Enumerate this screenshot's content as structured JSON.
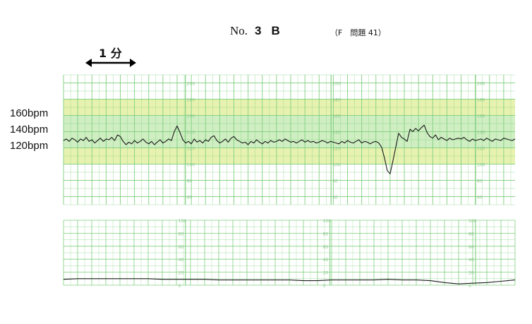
{
  "header": {
    "no_label": "No.",
    "number": "3",
    "letter": "B",
    "subtitle": "（F　問題 41）"
  },
  "scale": {
    "label": "1 分"
  },
  "bpm_labels": [
    "160bpm",
    "140bpm",
    "120bpm"
  ],
  "colors": {
    "grid_green": "#7fcf7f",
    "band_green": "#cfeec2",
    "band_yellow": "#e8f2b0",
    "trace": "#1a1a1a"
  },
  "chart_data": [
    {
      "type": "line",
      "title": "",
      "xlabel": "",
      "ylabel": "",
      "ylim": [
        50,
        210
      ],
      "yticks": [
        60,
        80,
        100,
        120,
        140,
        160,
        180,
        200
      ],
      "ytick_labels_top_panel": [
        "200",
        "180",
        "160",
        "140",
        "120",
        "100",
        "80",
        "60"
      ],
      "x_unit": "min",
      "x": [
        0.0,
        0.2,
        0.4,
        0.6,
        0.8,
        1.0,
        1.2,
        1.4,
        1.6,
        1.8,
        2.0,
        2.2,
        2.4,
        2.6,
        2.8,
        3.0,
        3.2,
        3.4,
        3.6,
        3.8,
        4.0,
        4.2,
        4.4,
        4.6,
        4.8,
        5.0,
        5.2,
        5.4,
        5.6,
        5.8,
        6.0,
        6.2,
        6.4,
        6.6,
        6.8,
        7.0,
        7.2,
        7.4,
        7.6,
        7.8,
        8.0,
        8.2,
        8.4,
        8.6,
        8.8,
        9.0,
        9.2,
        9.4,
        9.6,
        9.8,
        10.0,
        10.2,
        10.4,
        10.6,
        10.8,
        11.0,
        11.2,
        11.4,
        11.6,
        11.8,
        12.0,
        12.2,
        12.4,
        12.6,
        12.8,
        13.0,
        13.2,
        13.4,
        13.6,
        13.8,
        14.0,
        14.2,
        14.4,
        14.6,
        14.8,
        15.0,
        15.2,
        15.4,
        15.6,
        15.8,
        16.0,
        16.2,
        16.4,
        16.6,
        16.8,
        17.0,
        17.2,
        17.4,
        17.6,
        17.8,
        18.0,
        18.2,
        18.4,
        18.6,
        18.8,
        19.0,
        19.2,
        19.4,
        19.6,
        19.8,
        20.0,
        20.2,
        20.4,
        20.6,
        20.8,
        21.0,
        21.2,
        21.4,
        21.6,
        21.8,
        22.0,
        22.2,
        22.4,
        22.6,
        22.8,
        23.0,
        23.2,
        23.4,
        23.6,
        23.8,
        24.0,
        24.2,
        24.4,
        24.6,
        24.8,
        25.0,
        25.2,
        25.4,
        25.6,
        25.8,
        26.0,
        26.2,
        26.4,
        26.6,
        26.8,
        27.0,
        27.2,
        27.4,
        27.6,
        27.8,
        28.0,
        28.2,
        28.4,
        28.6,
        28.8,
        29.0,
        29.2,
        29.4,
        29.6,
        29.8,
        30.0,
        30.2,
        30.4,
        30.6,
        30.8,
        31.0,
        31.2,
        31.4,
        31.6,
        31.8
      ],
      "series": [
        {
          "name": "",
          "values": [
            129,
            131,
            128,
            132,
            130,
            127,
            131,
            129,
            133,
            128,
            130,
            126,
            129,
            132,
            128,
            131,
            130,
            133,
            129,
            136,
            134,
            128,
            124,
            127,
            125,
            129,
            126,
            128,
            131,
            127,
            125,
            128,
            124,
            127,
            130,
            126,
            128,
            131,
            129,
            140,
            147,
            139,
            130,
            126,
            128,
            125,
            131,
            127,
            129,
            126,
            130,
            128,
            133,
            135,
            129,
            126,
            128,
            131,
            127,
            132,
            134,
            130,
            128,
            126,
            127,
            124,
            128,
            126,
            130,
            127,
            125,
            128,
            126,
            129,
            127,
            128,
            130,
            128,
            131,
            129,
            127,
            128,
            126,
            128,
            130,
            127,
            129,
            127,
            128,
            126,
            127,
            129,
            128,
            126,
            128,
            127,
            126,
            125,
            128,
            126,
            129,
            127,
            126,
            128,
            130,
            126,
            128,
            127,
            125,
            127,
            128,
            126,
            121,
            108,
            92,
            88,
            104,
            121,
            138,
            133,
            131,
            128,
            143,
            140,
            144,
            141,
            145,
            148,
            139,
            134,
            132,
            136,
            130,
            133,
            131,
            129,
            132,
            130,
            131,
            132,
            131,
            133,
            130,
            128,
            131,
            129,
            130,
            131,
            129,
            132,
            130,
            128,
            131,
            130,
            129,
            132,
            131,
            130,
            129,
            131
          ]
        }
      ]
    },
    {
      "type": "line",
      "title": "",
      "xlabel": "",
      "ylabel": "",
      "ylim": [
        0,
        100
      ],
      "yticks": [
        0,
        20,
        40,
        60,
        80,
        100
      ],
      "ytick_labels": [
        "0",
        "20",
        "40",
        "60",
        "80",
        "100"
      ],
      "x_unit": "min",
      "x": [
        0,
        1,
        2,
        3,
        4,
        5,
        6,
        7,
        8,
        9,
        10,
        11,
        12,
        13,
        14,
        15,
        16,
        17,
        18,
        19,
        20,
        21,
        22,
        23,
        24,
        25,
        26,
        27,
        28,
        29,
        30,
        31,
        32
      ],
      "series": [
        {
          "name": "",
          "values": [
            9,
            10,
            10,
            10,
            10,
            10,
            10,
            9,
            9,
            9,
            9,
            8,
            8,
            8,
            8,
            8,
            8,
            7,
            7,
            8,
            8,
            8,
            8,
            9,
            8,
            8,
            7,
            4,
            2,
            3,
            4,
            6,
            8
          ]
        }
      ]
    }
  ]
}
